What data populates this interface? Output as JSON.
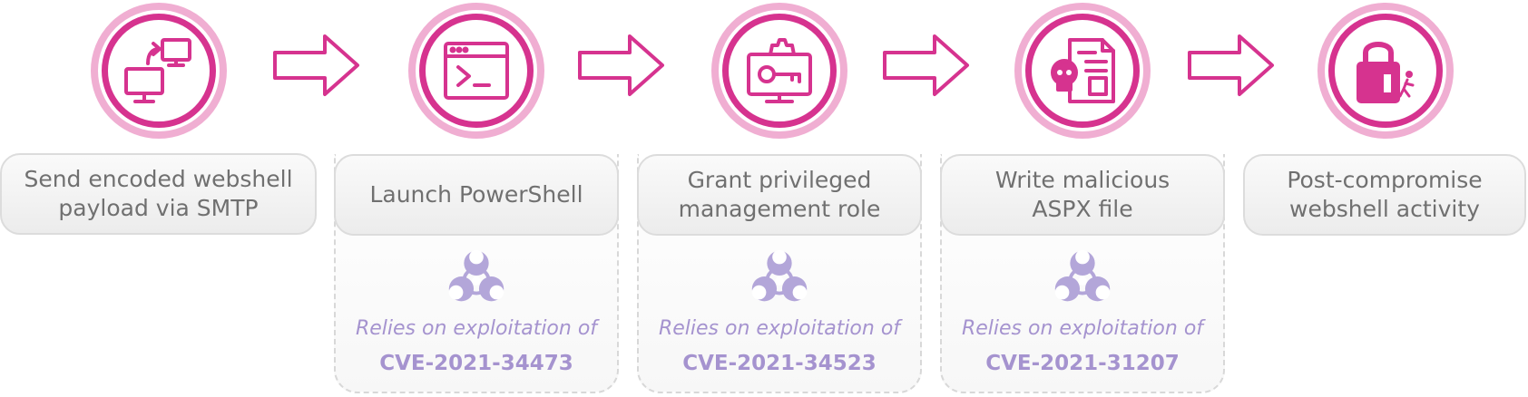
{
  "colors": {
    "ring_outer": "#f0aed2",
    "ring_inner": "#d6338f",
    "icon": "#d6338f",
    "arrow": "#d6338f",
    "label_text": "#707070",
    "cve_text": "#a593cf",
    "biohazard": "#b3a6d9"
  },
  "steps": [
    {
      "icon": "remote-computers-icon",
      "label": "Send encoded webshell\npayload via SMTP"
    },
    {
      "icon": "terminal-window-icon",
      "label": "Launch PowerShell"
    },
    {
      "icon": "key-gear-monitor-icon",
      "label": "Grant privileged\nmanagement role"
    },
    {
      "icon": "skull-document-icon",
      "label": "Write malicious\nASPX file"
    },
    {
      "icon": "padlock-intruder-icon",
      "label": "Post-compromise\nwebshell activity"
    }
  ],
  "cves": [
    {
      "step": 1,
      "icon": "biohazard-icon",
      "note": "Relies on exploitation of",
      "id": "CVE-2021-34473"
    },
    {
      "step": 2,
      "icon": "biohazard-icon",
      "note": "Relies on exploitation of",
      "id": "CVE-2021-34523"
    },
    {
      "step": 3,
      "icon": "biohazard-icon",
      "note": "Relies on exploitation of",
      "id": "CVE-2021-31207"
    }
  ]
}
